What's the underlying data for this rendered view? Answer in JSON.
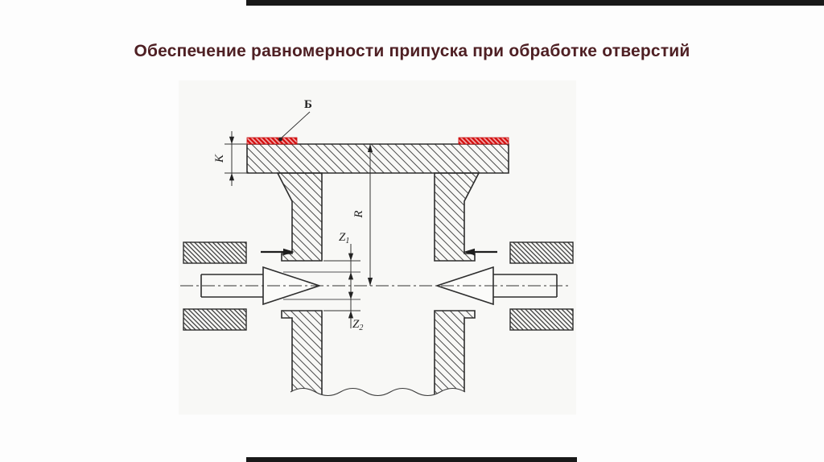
{
  "slide": {
    "title": "Обеспечение равномерности припуска при обработке отверстий"
  },
  "diagram": {
    "labels": {
      "datum_surface": "Б",
      "flange_thickness": "К",
      "hole_axis_dim": "R",
      "allowance_symbol": "Z",
      "allowance_top_index": "1",
      "allowance_bottom_index": "2"
    },
    "colors": {
      "allowance_red": "#d40d0d",
      "allowance_light": "#f2b6b6",
      "outline": "#2d2d2d",
      "title_text": "#4e1f23"
    }
  }
}
